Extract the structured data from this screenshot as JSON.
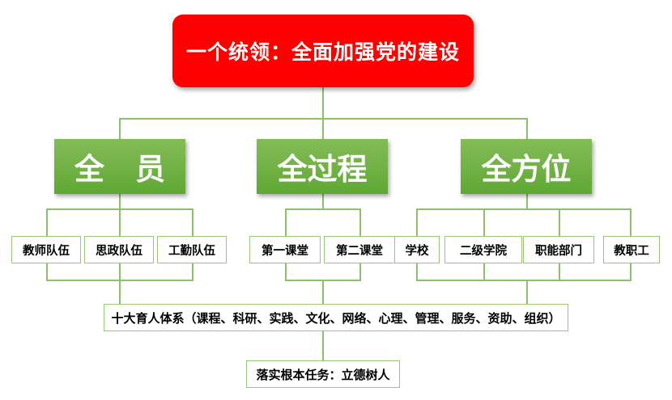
{
  "diagram": {
    "title": "一个统领：全面加强党的建设",
    "colors": {
      "root_fill": "#ff0000",
      "root_text": "#ffffff",
      "branch_fill": "#74b248",
      "branch_text": "#ffffff",
      "line": "#8cc06a",
      "leaf_border": "#9ac878",
      "leaf_fill": "#ffffff",
      "leaf_text": "#000000",
      "background": "#ffffff"
    },
    "root": {
      "label": "一个统领：全面加强党的建设"
    },
    "branches": [
      {
        "label": "全 员",
        "children": [
          {
            "label": "教师队伍"
          },
          {
            "label": "思政队伍"
          },
          {
            "label": "工勤队伍"
          }
        ]
      },
      {
        "label": "全过程",
        "children": [
          {
            "label": "第一课堂"
          },
          {
            "label": "第二课堂"
          }
        ]
      },
      {
        "label": "全方位",
        "children": [
          {
            "label": "学校"
          },
          {
            "label": "二级学院"
          },
          {
            "label": "职能部门"
          },
          {
            "label": "教职工"
          }
        ]
      }
    ],
    "system_bar": {
      "label": "十大育人体系（课程、科研、实践、文化、网络、心理、管理、服务、资助、组织）"
    },
    "footer": {
      "label": "落实根本任务：立德树人"
    }
  }
}
